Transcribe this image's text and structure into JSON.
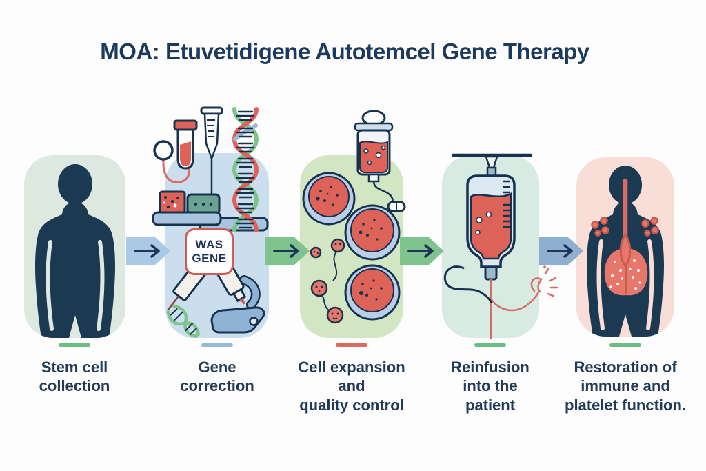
{
  "title": "MOA: Etuvetidigene Autotemcel Gene Therapy",
  "gene_box": {
    "label_lines": [
      "WAS",
      "GENE"
    ]
  },
  "stages": [
    {
      "name": "stem-cell-collection",
      "label_lines": [
        "Stem cell",
        "collection"
      ],
      "panel_color": "#dde9e0",
      "dash_color": "#6cbd84",
      "icon": "patient-silhouette-icon"
    },
    {
      "name": "gene-correction",
      "label_lines": [
        "Gene",
        "correction"
      ],
      "panel_color": "#cbdeee",
      "dash_color": "#93b9dd",
      "icon": "gene-editing-lab-icon"
    },
    {
      "name": "cell-expansion-quality-control",
      "label_lines": [
        "Cell expansion",
        "and",
        "quality control"
      ],
      "panel_color": "#d3e6c3",
      "dash_color": "#d96b61",
      "icon": "petri-dish-culture-icon"
    },
    {
      "name": "reinfusion-into-patient",
      "label_lines": [
        "Reinfusion",
        "into the",
        "patient"
      ],
      "panel_color": "#d8ebe3",
      "dash_color": "#6cbd84",
      "icon": "iv-infusion-bag-icon"
    },
    {
      "name": "restoration-immune-platelet",
      "label_lines": [
        "Restoration of",
        "immune and",
        "platelet function."
      ],
      "panel_color": "#f8ded6",
      "dash_color": "#6cbd84",
      "icon": "patient-organs-icon"
    }
  ],
  "arrows": [
    {
      "name": "flow-arrow-1",
      "color": "#a9c9e6"
    },
    {
      "name": "flow-arrow-2",
      "color": "#7fc48f"
    },
    {
      "name": "flow-arrow-3",
      "color": "#7fc48f"
    },
    {
      "name": "flow-arrow-4",
      "color": "#8fafd0"
    }
  ],
  "colors": {
    "background": "#fcfdfc",
    "title_text": "#1c3a5e",
    "label_text": "#213a57",
    "silhouette": "#1b3a52",
    "outline": "#16324f",
    "red": "#dd6257",
    "salmon": "#e8776b",
    "organ_red": "#c85a50",
    "green_strand": "#7cc48a",
    "shelf_blue": "#a9c4de",
    "teal_box": "#6aa392",
    "microscope_blue": "#8fb3d4",
    "gene_box_border": "#cf5c52"
  }
}
